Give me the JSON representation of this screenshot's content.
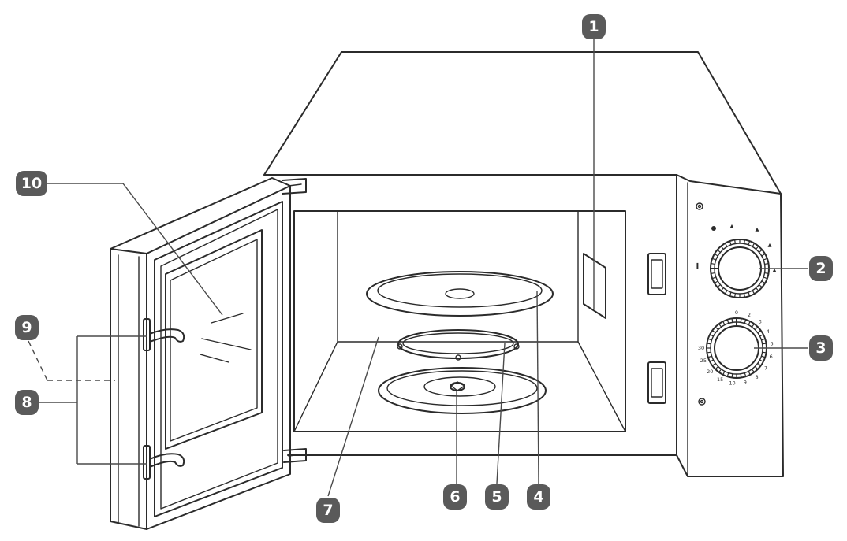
{
  "callouts": [
    {
      "id": "callout-1",
      "label": "1"
    },
    {
      "id": "callout-2",
      "label": "2"
    },
    {
      "id": "callout-3",
      "label": "3"
    },
    {
      "id": "callout-4",
      "label": "4"
    },
    {
      "id": "callout-5",
      "label": "5"
    },
    {
      "id": "callout-6",
      "label": "6"
    },
    {
      "id": "callout-7",
      "label": "7"
    },
    {
      "id": "callout-8",
      "label": "8"
    },
    {
      "id": "callout-9",
      "label": "9"
    },
    {
      "id": "callout-10",
      "label": "10"
    }
  ],
  "timer_scale": [
    "0",
    "2",
    "3",
    "4",
    "5",
    "6",
    "7",
    "8",
    "9",
    "10",
    "15",
    "20",
    "25",
    "30"
  ],
  "colors": {
    "line": "#2b2b2b",
    "badge": "#5a5a5a",
    "badge_text": "#ffffff"
  }
}
